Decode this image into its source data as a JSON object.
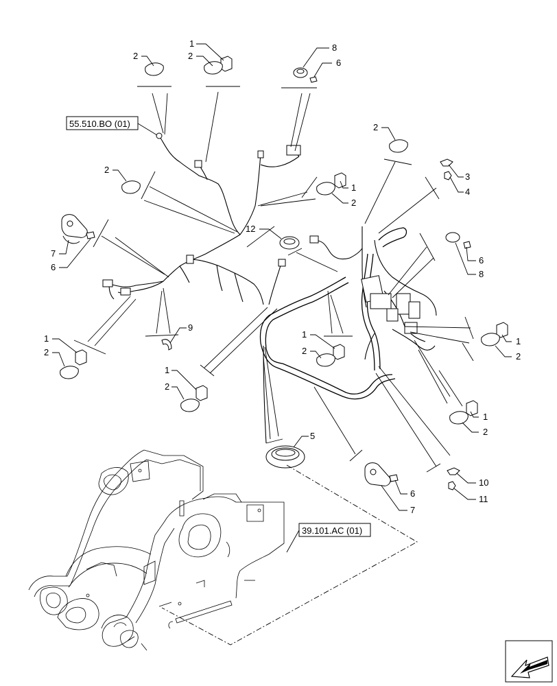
{
  "references": {
    "top_ref": "55.510.BO (01)",
    "bottom_ref": "39.101.AC (01)"
  },
  "callouts": {
    "c1a": "1",
    "c2a": "2",
    "c2b": "2",
    "c8a": "8",
    "c6a": "6",
    "c2c": "2",
    "c3": "3",
    "c4": "4",
    "c2d": "2",
    "c1b": "1",
    "c2e": "2",
    "c12": "12",
    "c7a": "7",
    "c6b": "6",
    "c6c": "6",
    "c8b": "8",
    "c9": "9",
    "c1c": "1",
    "c2f": "2",
    "c1d": "1",
    "c2g": "2",
    "c1e": "1",
    "c2h": "2",
    "c1f": "1",
    "c2i": "2",
    "c1g": "1",
    "c2j": "2",
    "c5": "5",
    "c6d": "6",
    "c7b": "7",
    "c10": "10",
    "c11": "11"
  },
  "icons": {
    "nav": "arrow-left-icon"
  }
}
